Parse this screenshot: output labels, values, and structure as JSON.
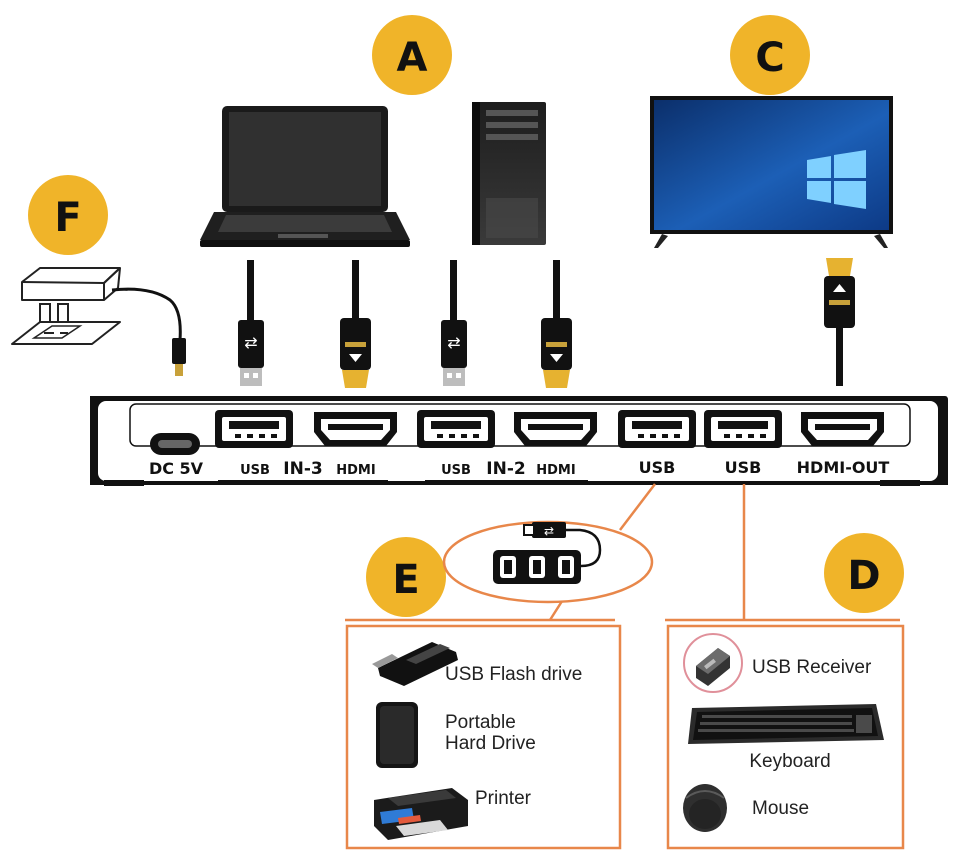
{
  "badges": {
    "a": "A",
    "c": "C",
    "f": "F",
    "e": "E",
    "d": "D"
  },
  "switch_ports": {
    "dc": "DC 5V",
    "usb1": "USB",
    "in3": "IN-3",
    "hdmi1": "HDMI",
    "usb2": "USB",
    "in2": "IN-2",
    "hdmi2": "HDMI",
    "usb3": "USB",
    "usb4": "USB",
    "hdmi_out": "HDMI-OUT"
  },
  "usb_devices": {
    "flash": "USB Flash drive",
    "hdd_line1": "Portable",
    "hdd_line2": "Hard Drive",
    "printer": "Printer"
  },
  "input_devices": {
    "receiver": "USB Receiver",
    "keyboard": "Keyboard",
    "mouse": "Mouse"
  },
  "colors": {
    "badge": "#f0b429",
    "accent": "#e8874a",
    "device": "#1a1a1a"
  }
}
